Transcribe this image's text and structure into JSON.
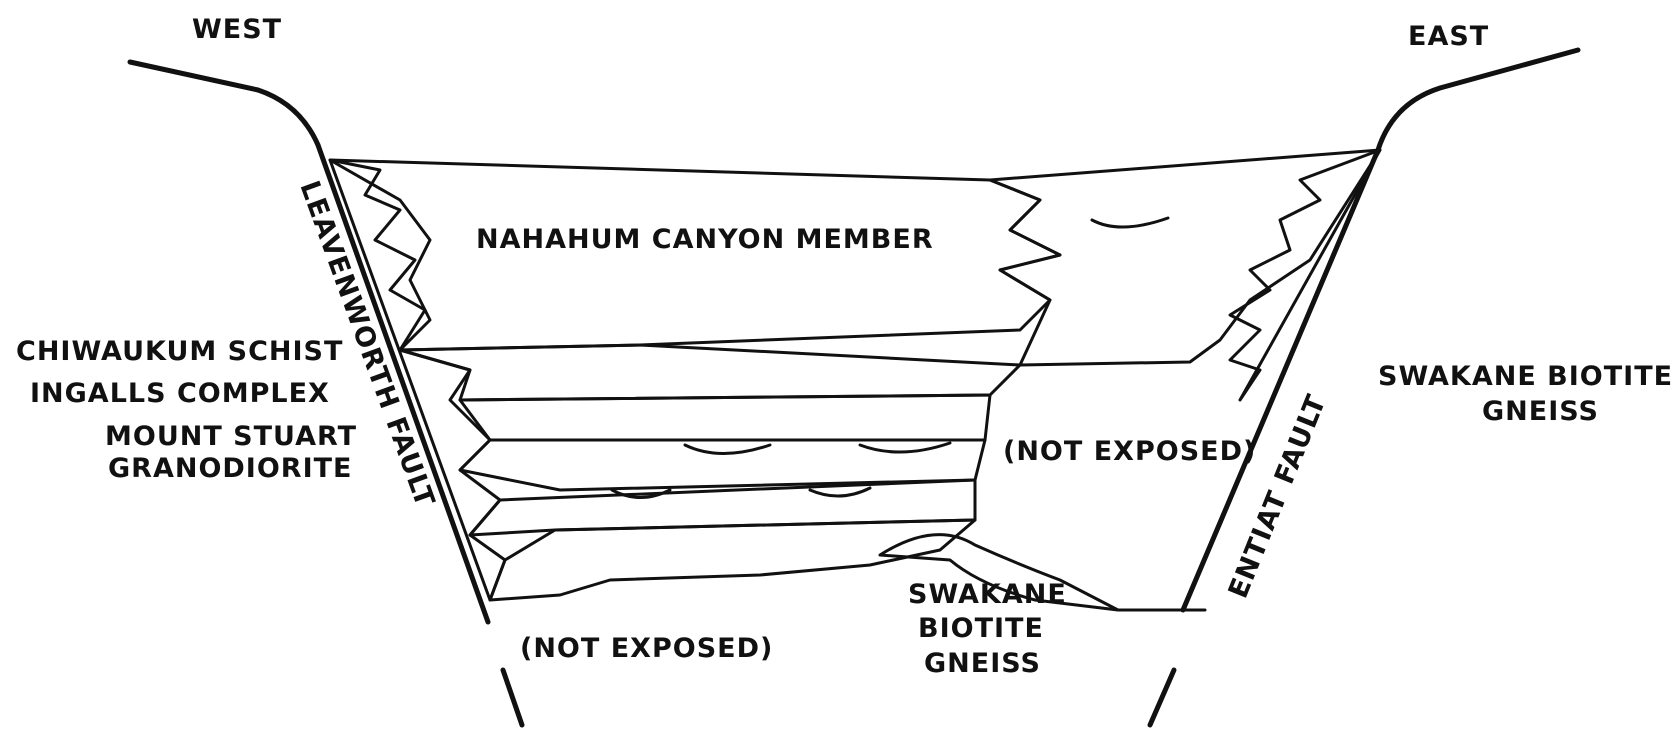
{
  "direction_labels": {
    "west": "WEST",
    "east": "EAST"
  },
  "faults": {
    "leavenworth": "LEAVENWORTH FAULT",
    "entiat": "ENTIAT FAULT"
  },
  "units": {
    "nahahum": "NAHAHUM CANYON MEMBER",
    "west_block": [
      "CHIWAUKUM SCHIST",
      "INGALLS COMPLEX",
      "MOUNT STUART",
      "GRANODIORITE"
    ],
    "east_block": [
      "SWAKANE BIOTITE",
      "GNEISS"
    ],
    "basement": [
      "SWAKANE",
      "BIOTITE",
      "GNEISS"
    ]
  },
  "not_exposed": {
    "middle": "(NOT EXPOSED)",
    "bottom": "(NOT EXPOSED)"
  }
}
